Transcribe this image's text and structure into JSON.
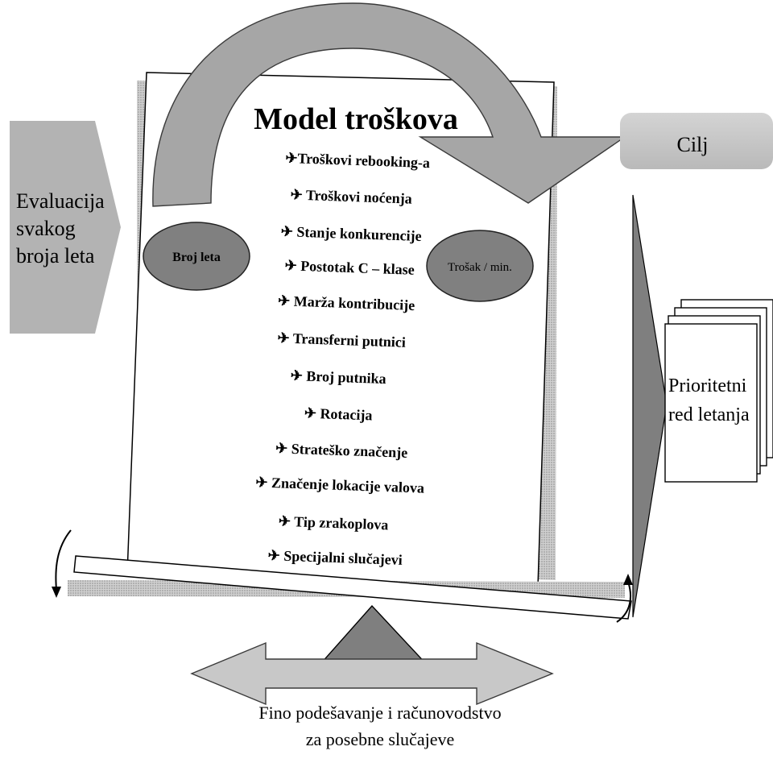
{
  "model": {
    "title": "Model troškova",
    "items": [
      "✈Troškovi rebooking-a",
      "✈ Troškovi noćenja",
      "✈ Stanje konkurencije",
      "✈ Postotak C – klase",
      "✈ Marža kontribucije",
      "✈ Transferni putnici",
      "✈ Broj putnika",
      "✈ Rotacija",
      "✈ Strateško značenje",
      "✈ Značenje lokacije valova",
      "✈ Tip zrakoplova",
      "✈ Specijalni slučajevi"
    ]
  },
  "left_input": {
    "line1": "Evaluacija",
    "line2": "svakog",
    "line3": "broja leta"
  },
  "goal": {
    "label": "Cilj"
  },
  "left_ellipse": {
    "label": "Broj leta"
  },
  "right_ellipse": {
    "label": "Trošak / min."
  },
  "output": {
    "line1": "Prioritetni",
    "line2": "red letanja"
  },
  "bottom_caption": {
    "line1": "Fino podešavanje i računovodstvo",
    "line2": "za posebne slučajeve"
  },
  "colors": {
    "arc_gray": "#a6a6a6",
    "dark_gray": "#7f7f7f",
    "light_gray": "#c8c8c8",
    "ellipse_gray": "#808080"
  }
}
